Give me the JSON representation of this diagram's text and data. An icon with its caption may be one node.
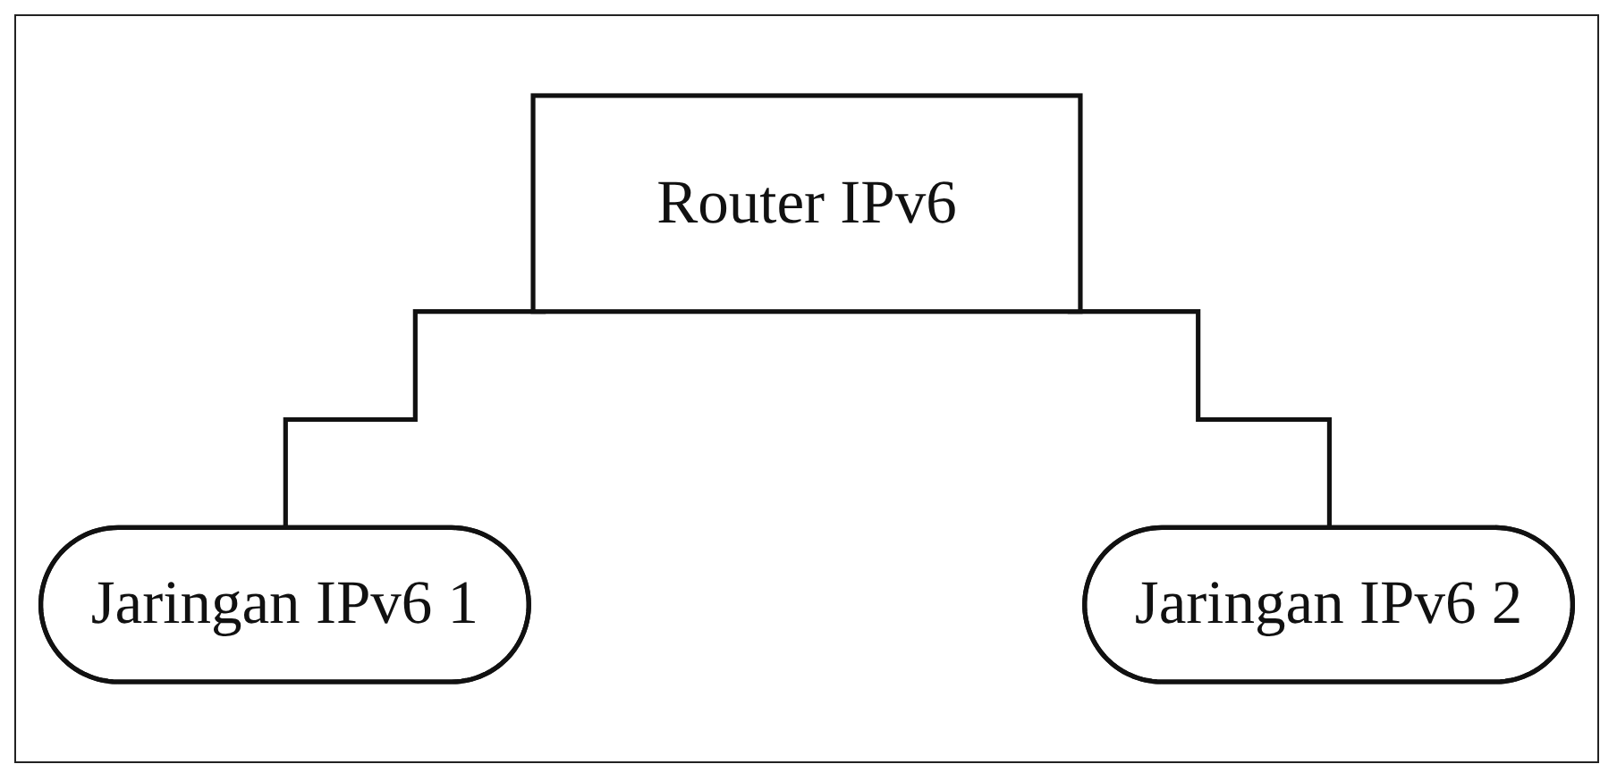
{
  "diagram": {
    "nodes": [
      {
        "text": [
          "Router IPv6"
        ]
      },
      {
        "text": [
          "Jaringan IPv6 1"
        ]
      },
      {
        "text": [
          "Jaringan IPv6 2"
        ]
      }
    ],
    "edges": [
      {
        "from": 0,
        "to": 1,
        "arrow": "none"
      },
      {
        "from": 0,
        "to": 2,
        "arrow": "none"
      }
    ]
  }
}
